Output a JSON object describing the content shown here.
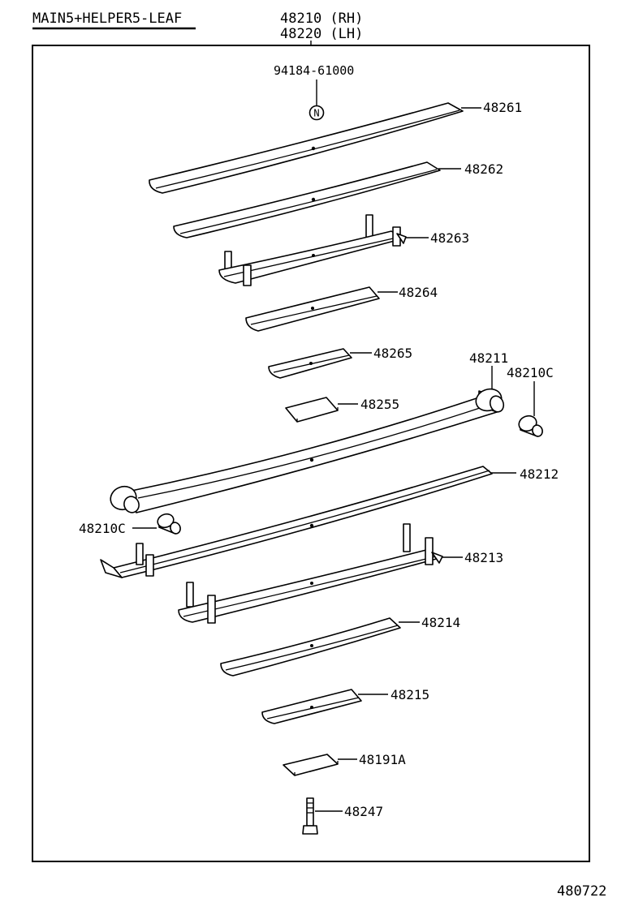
{
  "header": {
    "assembly_type": "MAIN5+HELPER5-LEAF",
    "assembly_rh": "48210 (RH)",
    "assembly_lh": "48220 (LH)"
  },
  "footer": {
    "drawing_code": "480722"
  },
  "callouts": {
    "nut": "94184-61000",
    "nut_symbol": "N",
    "p48261": "48261",
    "p48262": "48262",
    "p48263": "48263",
    "p48264": "48264",
    "p48265": "48265",
    "p48211": "48211",
    "p48210c_right": "48210C",
    "p48255": "48255",
    "p48212": "48212",
    "p48210c_left": "48210C",
    "p48213": "48213",
    "p48214": "48214",
    "p48215": "48215",
    "p48191a": "48191A",
    "p48247": "48247"
  }
}
